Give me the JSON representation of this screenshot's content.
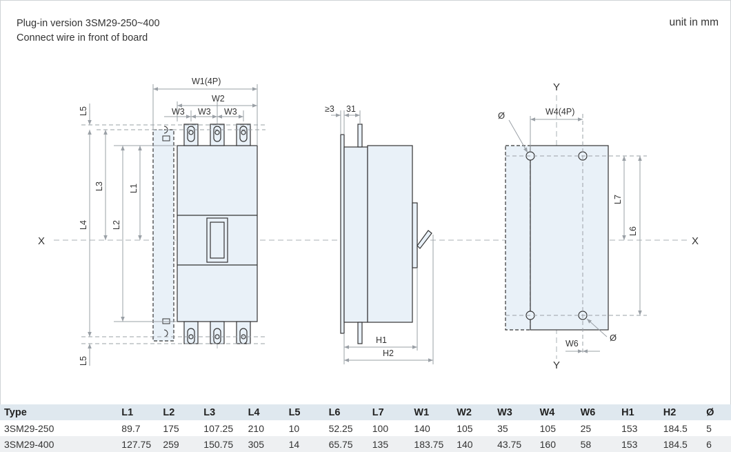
{
  "caption": {
    "line1": "Plug-in version 3SM29-250~400",
    "line2": "Connect wire in front of board"
  },
  "unit": "unit in mm",
  "labels": {
    "W1_4P": "W1(4P)",
    "W2": "W2",
    "W3": "W3",
    "W4_4P": "W4(4P)",
    "W6": "W6",
    "L1": "L1",
    "L2": "L2",
    "L3": "L3",
    "L4": "L4",
    "L5": "L5",
    "L6": "L6",
    "L7": "L7",
    "H1": "H1",
    "H2": "H2",
    "ge3": "≥3",
    "d31": "31",
    "X": "X",
    "Y": "Y",
    "dia": "Ø"
  },
  "colors": {
    "fill": "#e9f1f8",
    "line": "#333333",
    "dim": "#9aa0a6",
    "header_bg": "#dfe8ef",
    "row_alt_bg": "#eef0f2"
  },
  "table": {
    "columns": [
      "Type",
      "L1",
      "L2",
      "L3",
      "L4",
      "L5",
      "L6",
      "L7",
      "W1",
      "W2",
      "W3",
      "W4",
      "W6",
      "H1",
      "H2",
      "Ø"
    ],
    "rows": [
      [
        "3SM29-250",
        "89.7",
        "175",
        "107.25",
        "210",
        "10",
        "52.25",
        "100",
        "140",
        "105",
        "35",
        "105",
        "25",
        "153",
        "184.5",
        "5"
      ],
      [
        "3SM29-400",
        "127.75",
        "259",
        "150.75",
        "305",
        "14",
        "65.75",
        "135",
        "183.75",
        "140",
        "43.75",
        "160",
        "58",
        "153",
        "184.5",
        "6"
      ]
    ]
  }
}
